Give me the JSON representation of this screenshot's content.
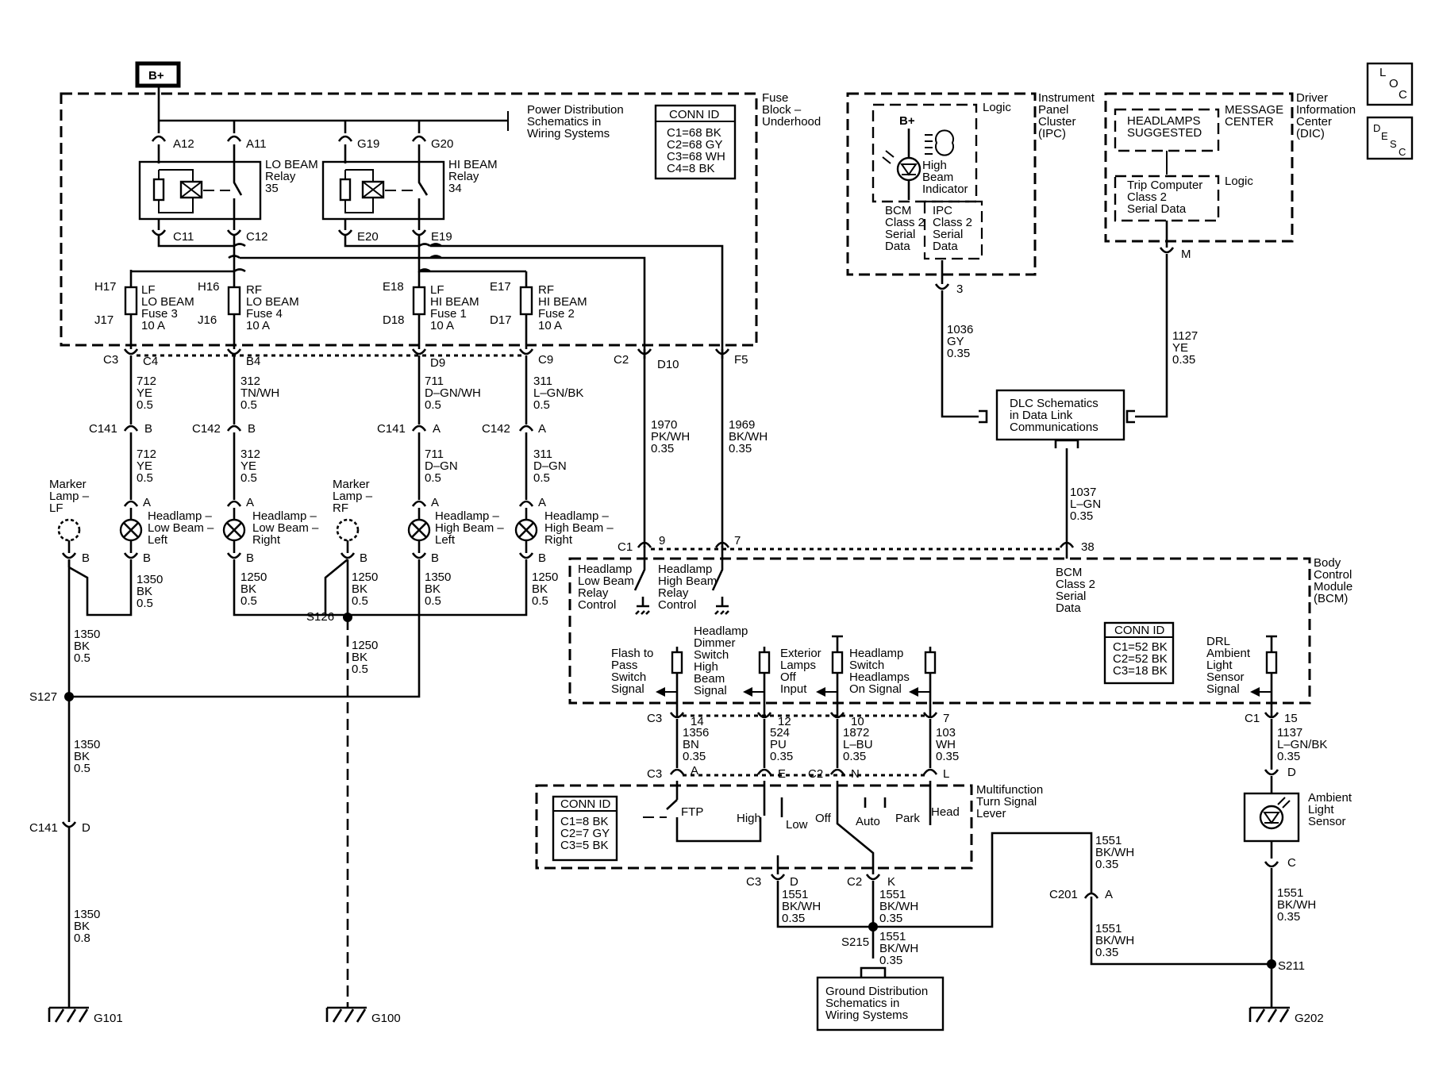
{
  "header": {
    "supply": "B+",
    "loc": [
      "L",
      "O",
      "C"
    ],
    "desc": [
      "D",
      "E",
      "S",
      "C"
    ]
  },
  "fuse_block": {
    "name": [
      "Fuse",
      "Block –",
      "Underhood"
    ],
    "ref": [
      "Power Distribution",
      "Schematics in",
      "Wiring Systems"
    ],
    "conn_title": "CONN ID",
    "conn": [
      "C1=68 BK",
      "C2=68 GY",
      "C3=68 WH",
      "C4=8 BK"
    ],
    "relay_lo": [
      "LO BEAM",
      "Relay",
      "35"
    ],
    "relay_hi": [
      "HI BEAM",
      "Relay",
      "34"
    ],
    "pins_top": [
      "A12",
      "A11",
      "G19",
      "G20"
    ],
    "pins_bot": [
      "C11",
      "C12",
      "E20",
      "E19"
    ],
    "fuses": [
      {
        "top": "H17",
        "bot": "J17",
        "label": [
          "LF",
          "LO BEAM",
          "Fuse 3",
          "10 A"
        ]
      },
      {
        "top": "H16",
        "bot": "J16",
        "label": [
          "RF",
          "LO BEAM",
          "Fuse 4",
          "10 A"
        ]
      },
      {
        "top": "E18",
        "bot": "D18",
        "label": [
          "LF",
          "HI BEAM",
          "Fuse 1",
          "10 A"
        ]
      },
      {
        "top": "E17",
        "bot": "D17",
        "label": [
          "RF",
          "HI BEAM",
          "Fuse 2",
          "10 A"
        ]
      }
    ],
    "out_pins": [
      "C3",
      "C4",
      "B4",
      "D9",
      "C9",
      "C2",
      "D10",
      "F5"
    ]
  },
  "wires_upper": [
    [
      "712",
      "YE",
      "0.5"
    ],
    [
      "312",
      "TN/WH",
      "0.5"
    ],
    [
      "711",
      "D–GN/WH",
      "0.5"
    ],
    [
      "311",
      "L–GN/BK",
      "0.5"
    ],
    [
      "1970",
      "PK/WH",
      "0.35"
    ],
    [
      "1969",
      "BK/WH",
      "0.35"
    ]
  ],
  "inline_conn": [
    [
      "C141",
      "B"
    ],
    [
      "C142",
      "B"
    ],
    [
      "C141",
      "A"
    ],
    [
      "C142",
      "A"
    ]
  ],
  "wires_mid": [
    [
      "712",
      "YE",
      "0.5"
    ],
    [
      "312",
      "YE",
      "0.5"
    ],
    [
      "711",
      "D–GN",
      "0.5"
    ],
    [
      "311",
      "D–GN",
      "0.5"
    ]
  ],
  "lamps": [
    [
      "Headlamp –",
      "Low Beam –",
      "Left"
    ],
    [
      "Headlamp –",
      "Low Beam –",
      "Right"
    ],
    [
      "Headlamp –",
      "High Beam –",
      "Left"
    ],
    [
      "Headlamp –",
      "High Beam –",
      "Right"
    ]
  ],
  "marker_lf": [
    "Marker",
    "Lamp –",
    "LF"
  ],
  "marker_rf": [
    "Marker",
    "Lamp –",
    "RF"
  ],
  "lamp_pins": {
    "a": "A",
    "b": "B"
  },
  "ground_wires": [
    [
      "1350",
      "BK",
      "0.5"
    ],
    [
      "1250",
      "BK",
      "0.5"
    ],
    [
      "1250",
      "BK",
      "0.5"
    ],
    [
      "1350",
      "BK",
      "0.5"
    ],
    [
      "1250",
      "BK",
      "0.5"
    ],
    [
      "1350",
      "BK",
      "0.5"
    ],
    [
      "1250",
      "BK",
      "0.5"
    ],
    [
      "1350",
      "BK",
      "0.5"
    ],
    [
      "1350",
      "BK",
      "0.8"
    ]
  ],
  "splices": [
    "S126",
    "S127",
    "S215",
    "S211"
  ],
  "c141d": [
    "C141",
    "D"
  ],
  "grounds": [
    "G101",
    "G100",
    "G202"
  ],
  "ipc": {
    "name": [
      "Instrument",
      "Panel",
      "Cluster",
      "(IPC)"
    ],
    "logic": "Logic",
    "bplus": "B+",
    "indicator": [
      "High",
      "Beam",
      "Indicator"
    ],
    "bcm_data": [
      "BCM",
      "Class 2",
      "Serial",
      "Data"
    ],
    "ipc_data": [
      "IPC",
      "Class 2",
      "Serial",
      "Data"
    ],
    "pin": "3"
  },
  "dic": {
    "name": [
      "Driver",
      "Information",
      "Center",
      "(DIC)"
    ],
    "msg_center": [
      "MESSAGE",
      "CENTER"
    ],
    "msg": [
      "HEADLAMPS",
      "SUGGESTED"
    ],
    "logic": "Logic",
    "trip": [
      "Trip Computer",
      "Class 2",
      "Serial Data"
    ],
    "pin": "M"
  },
  "data_wires": [
    [
      "1036",
      "GY",
      "0.35"
    ],
    [
      "1127",
      "YE",
      "0.35"
    ],
    [
      "1037",
      "L–GN",
      "0.35"
    ]
  ],
  "dlc": [
    "DLC Schematics",
    "in Data Link",
    "Communications"
  ],
  "bcm": {
    "name": [
      "Body",
      "Control",
      "Module",
      "(BCM)"
    ],
    "conn_title": "CONN ID",
    "conn": [
      "C1=52 BK",
      "C2=52 BK",
      "C3=18 BK"
    ],
    "lo_relay": [
      "Headlamp",
      "Low Beam",
      "Relay",
      "Control"
    ],
    "hi_relay": [
      "Headlamp",
      "High Beam",
      "Relay",
      "Control"
    ],
    "class2": [
      "BCM",
      "Class 2",
      "Serial",
      "Data"
    ],
    "flash": [
      "Flash to",
      "Pass",
      "Switch",
      "Signal"
    ],
    "dimmer": [
      "Headlamp",
      "Dimmer",
      "Switch",
      "High",
      "Beam",
      "Signal"
    ],
    "ext_off": [
      "Exterior",
      "Lamps",
      "Off",
      "Input"
    ],
    "hl_on": [
      "Headlamp",
      "Switch",
      "Headlamps",
      "On Signal"
    ],
    "drl": [
      "DRL",
      "Ambient",
      "Light",
      "Sensor",
      "Signal"
    ],
    "top_pins": [
      "C1",
      "9",
      "7",
      "38"
    ],
    "bot_pins": [
      "C3",
      "14",
      "12",
      "10",
      "7",
      "C1",
      "15"
    ]
  },
  "sw_wires": [
    [
      "1356",
      "BN",
      "0.35"
    ],
    [
      "524",
      "PU",
      "0.35"
    ],
    [
      "1872",
      "L–BU",
      "0.35"
    ],
    [
      "103",
      "WH",
      "0.35"
    ],
    [
      "1137",
      "L–GN/BK",
      "0.35"
    ]
  ],
  "mf_lever": {
    "name": [
      "Multifunction",
      "Turn Signal",
      "Lever"
    ],
    "conn_title": "CONN ID",
    "conn": [
      "C1=8 BK",
      "C2=7 GY",
      "C3=5 BK"
    ],
    "positions": [
      "FTP",
      "High",
      "Low",
      "Off",
      "Auto",
      "Park",
      "Head"
    ],
    "top_pins": [
      "C3",
      "A",
      "E",
      "C2",
      "N",
      "L"
    ],
    "bot_pins": [
      "C3",
      "D",
      "C2",
      "K"
    ]
  },
  "ambient": {
    "name": [
      "Ambient",
      "Light",
      "Sensor"
    ],
    "pins": [
      "D",
      "C"
    ]
  },
  "c201": [
    "C201",
    "A"
  ],
  "sw_ground_wires": [
    [
      "1551",
      "BK/WH",
      "0.35"
    ],
    [
      "1551",
      "BK/WH",
      "0.35"
    ],
    [
      "1551",
      "BK/WH",
      "0.35"
    ],
    [
      "1551",
      "BK/WH",
      "0.35"
    ],
    [
      "1551",
      "BK/WH",
      "0.35"
    ],
    [
      "1551",
      "BK/WH",
      "0.35"
    ]
  ],
  "gnd_dist": [
    "Ground Distribution",
    "Schematics in",
    "Wiring Systems"
  ]
}
